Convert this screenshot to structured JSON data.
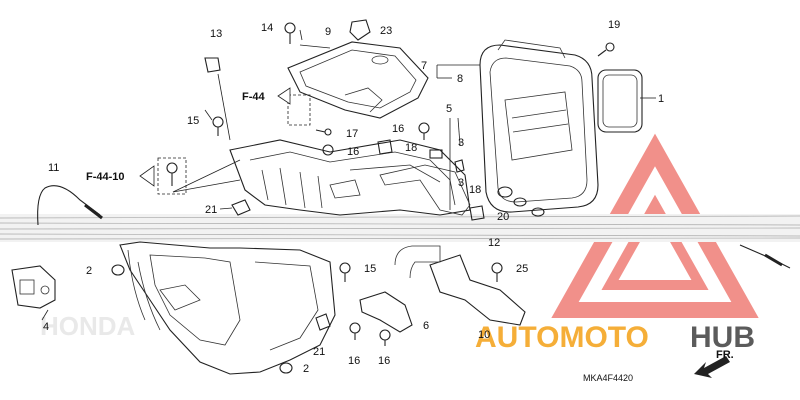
{
  "diagram": {
    "callouts": [
      "1",
      "2",
      "2",
      "3",
      "3",
      "4",
      "5",
      "6",
      "7",
      "8",
      "9",
      "10",
      "11",
      "12",
      "13",
      "14",
      "15",
      "15",
      "16",
      "16",
      "16",
      "16",
      "17",
      "18",
      "18",
      "19",
      "20",
      "21",
      "21",
      "23",
      "25"
    ],
    "refs": [
      "F-44",
      "F-44-10"
    ],
    "direction_label": "FR.",
    "diagram_code": "MKA4F4420"
  },
  "watermark": {
    "brand_left": "AUTOMOTO",
    "brand_right": "HUB",
    "faint_text": "HONDA",
    "colors": {
      "orange": "#f5a623",
      "red": "#e8463c",
      "dark": "#4a4a4a"
    }
  }
}
